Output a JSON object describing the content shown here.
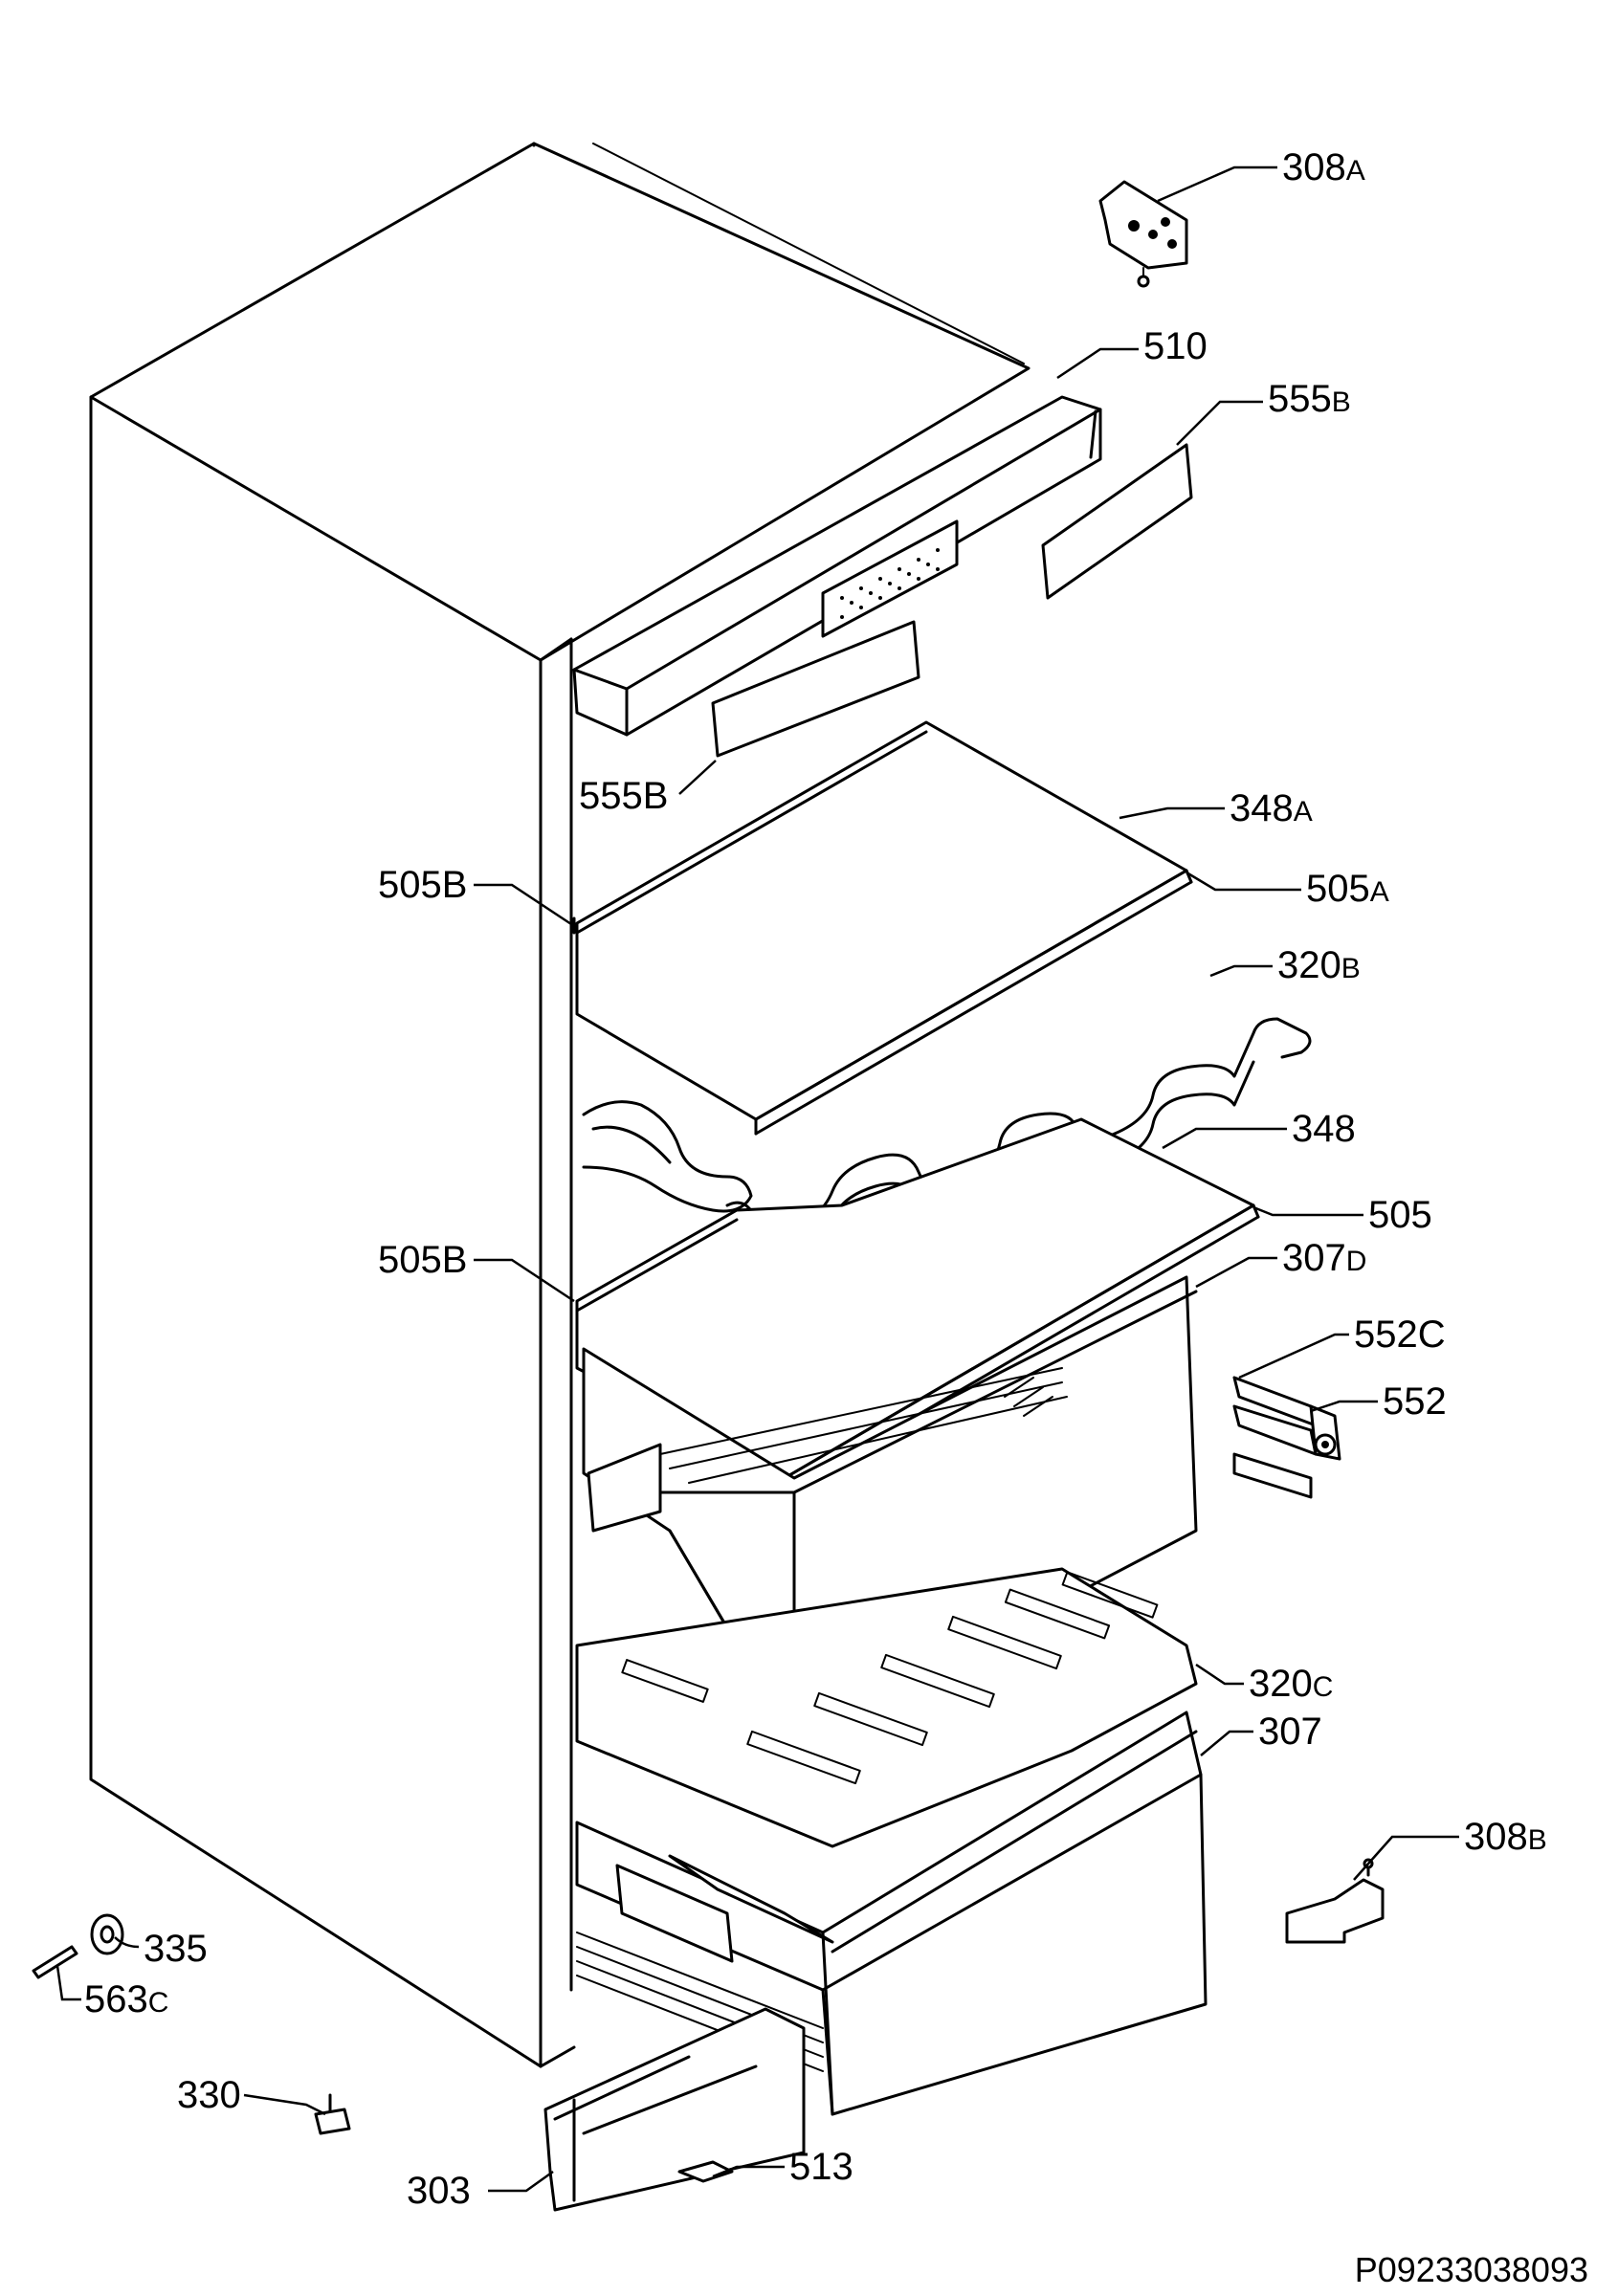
{
  "diagram": {
    "reference_code": "P09233038093",
    "callouts": [
      {
        "id": "308a",
        "num": "308",
        "suffix": "A"
      },
      {
        "id": "510",
        "num": "510",
        "suffix": ""
      },
      {
        "id": "555b-right",
        "num": "555",
        "suffix": "B"
      },
      {
        "id": "555b-left",
        "num": "555B",
        "suffix": ""
      },
      {
        "id": "348a",
        "num": "348",
        "suffix": "A"
      },
      {
        "id": "505b-upper",
        "num": "505B",
        "suffix": ""
      },
      {
        "id": "505a",
        "num": "505",
        "suffix": "A"
      },
      {
        "id": "320b",
        "num": "320",
        "suffix": "B"
      },
      {
        "id": "348",
        "num": "348",
        "suffix": ""
      },
      {
        "id": "505",
        "num": "505",
        "suffix": ""
      },
      {
        "id": "505b-lower",
        "num": "505B",
        "suffix": ""
      },
      {
        "id": "307d",
        "num": "307",
        "suffix": "D"
      },
      {
        "id": "552c",
        "num": "552C",
        "suffix": ""
      },
      {
        "id": "552",
        "num": "552",
        "suffix": ""
      },
      {
        "id": "320c",
        "num": "320",
        "suffix": "C"
      },
      {
        "id": "307",
        "num": "307",
        "suffix": ""
      },
      {
        "id": "308b",
        "num": "308",
        "suffix": "B"
      },
      {
        "id": "335",
        "num": "335",
        "suffix": ""
      },
      {
        "id": "563c",
        "num": "563",
        "suffix": "C"
      },
      {
        "id": "330",
        "num": "330",
        "suffix": ""
      },
      {
        "id": "303",
        "num": "303",
        "suffix": ""
      },
      {
        "id": "513",
        "num": "513",
        "suffix": ""
      }
    ]
  }
}
